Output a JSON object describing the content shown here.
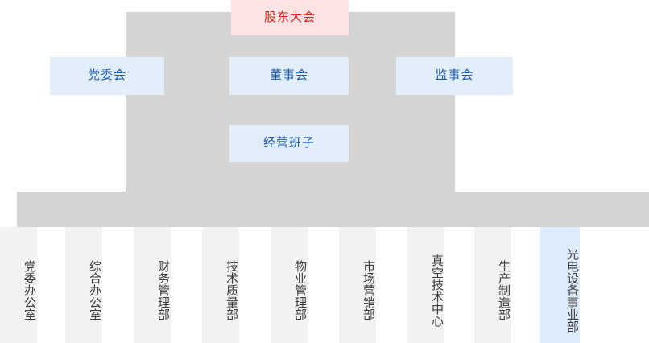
{
  "chart": {
    "type": "org-chart",
    "title": "",
    "colors": {
      "top_box_bg": "#fde3e3",
      "top_box_text": "#d42b1e",
      "blue_box_bg": "#e3eefb",
      "blue_box_text": "#1f5aa6",
      "connector": "#d4d4d4",
      "dept_box_bg": "#f2f2f2",
      "dept_box_text": "#3c3c3c",
      "dept_highlight_bg": "#ddecfd"
    },
    "levels": {
      "level1": {
        "shareholders_meeting": "股东大会"
      },
      "level2": {
        "party_committee": "党委会",
        "board_of_directors": "董事会",
        "board_of_supervisors": "监事会"
      },
      "level3": {
        "management_team": "经营班子"
      },
      "departments": [
        {
          "label": "党委办公室",
          "highlight": false
        },
        {
          "label": "综合办公室",
          "highlight": false
        },
        {
          "label": "财务管理部",
          "highlight": false
        },
        {
          "label": "技术质量部",
          "highlight": false
        },
        {
          "label": "物业管理部",
          "highlight": false
        },
        {
          "label": "市场营销部",
          "highlight": false
        },
        {
          "label": "真空技术中心",
          "highlight": false
        },
        {
          "label": "生产制造部",
          "highlight": false
        },
        {
          "label": "光电设备事业部",
          "highlight": true
        }
      ]
    }
  }
}
